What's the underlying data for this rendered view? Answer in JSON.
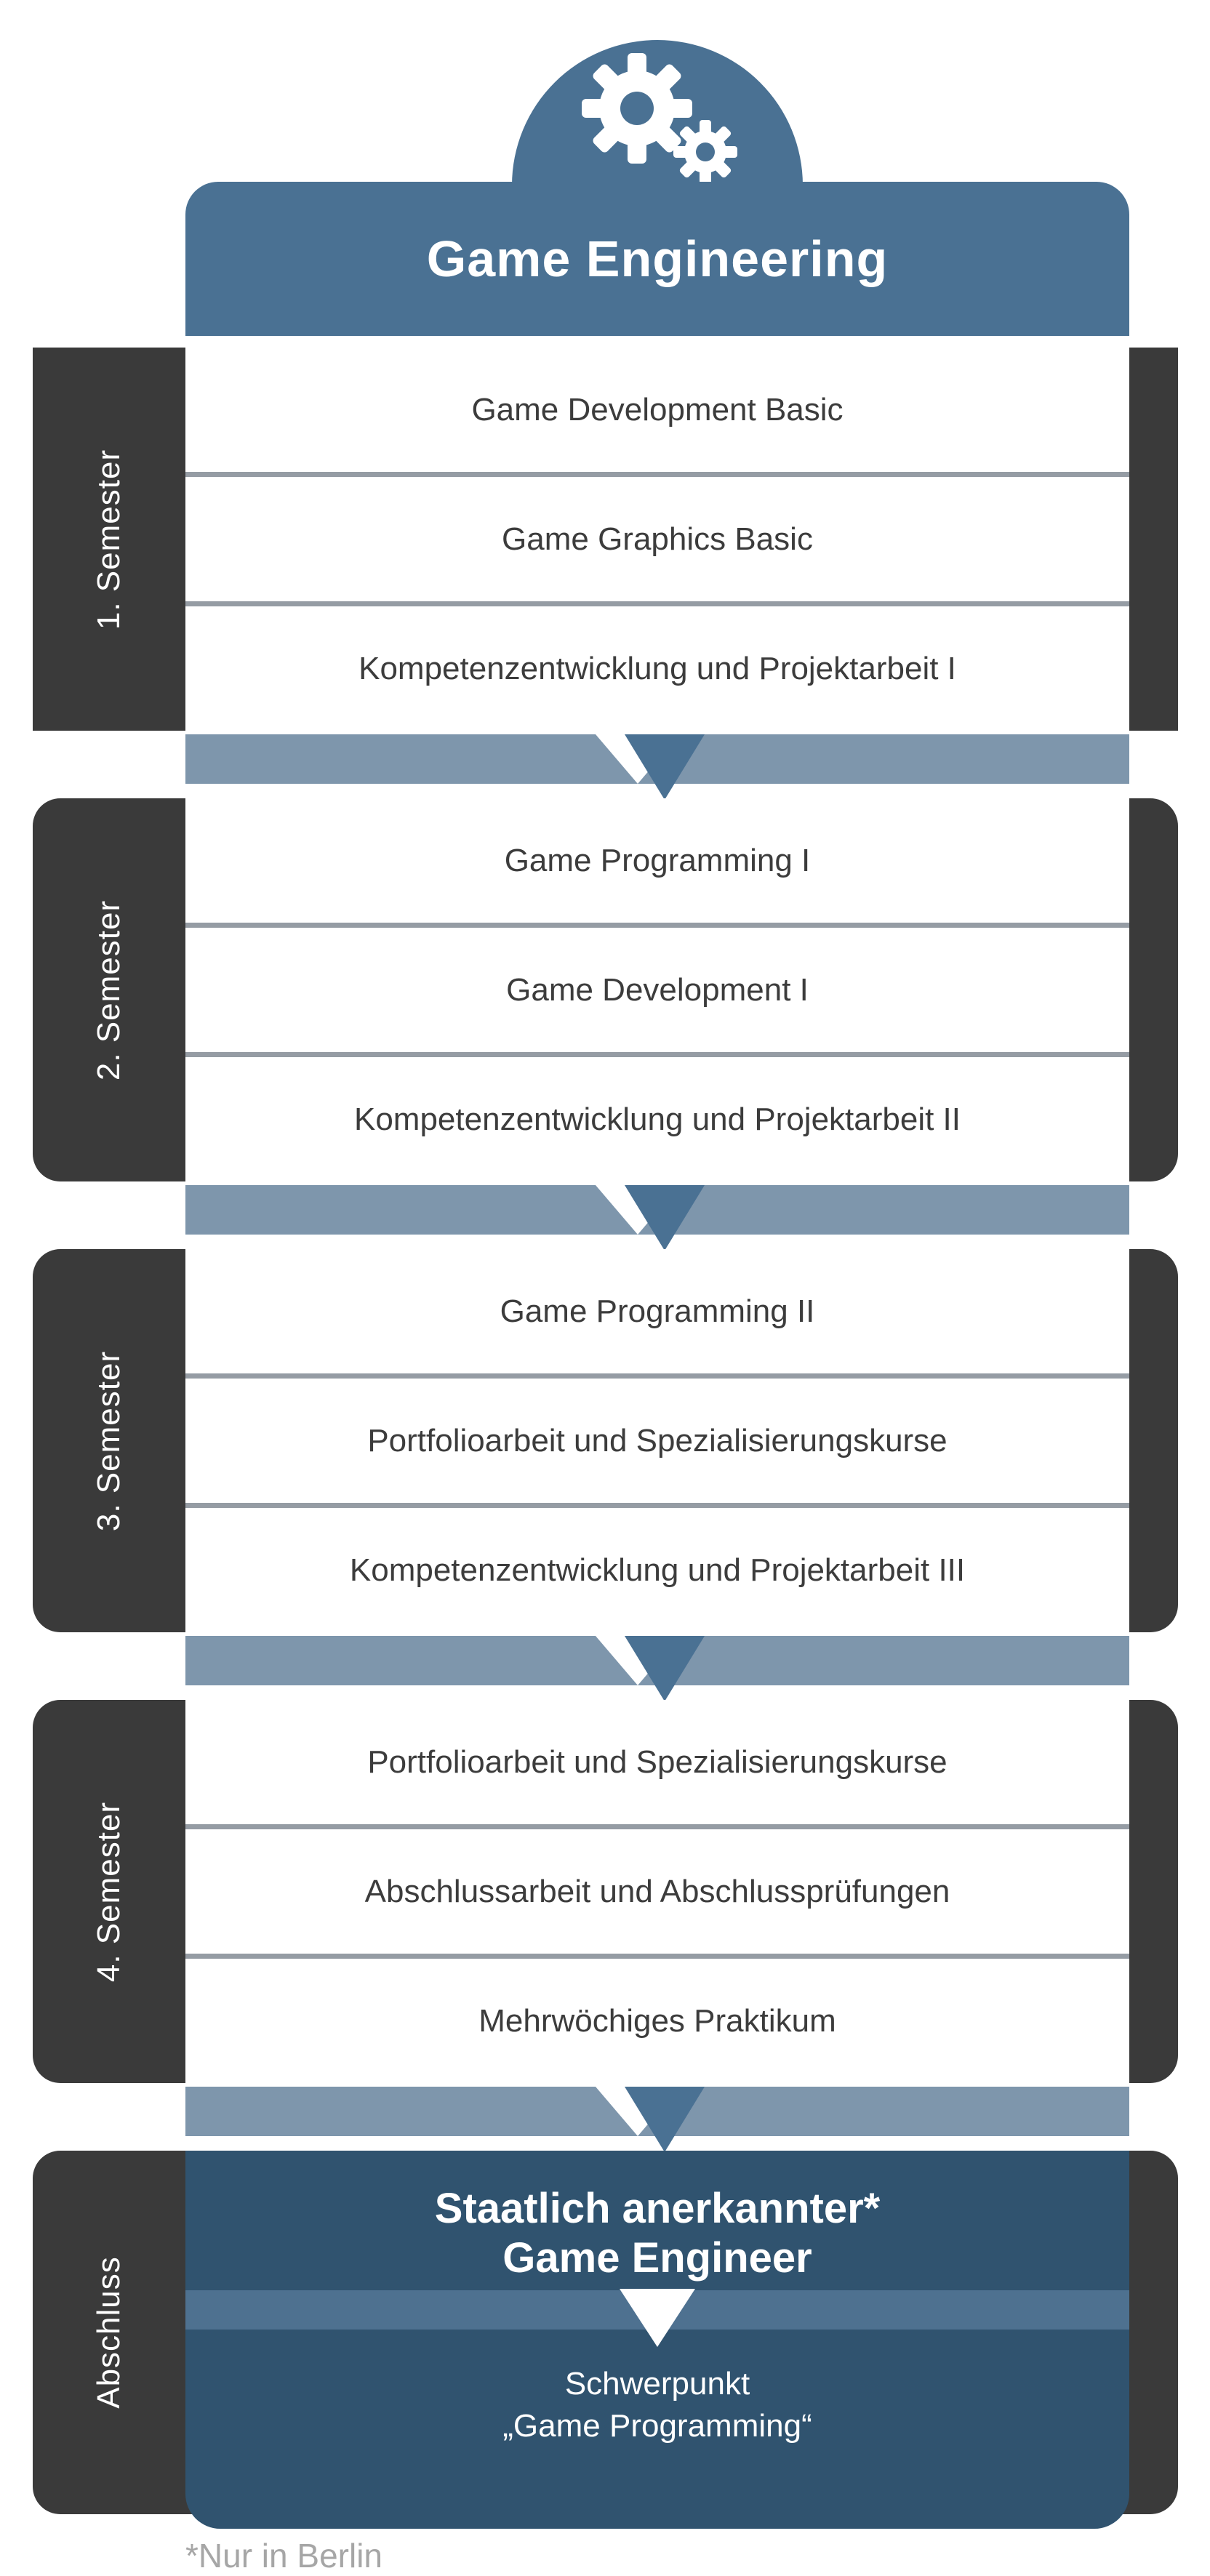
{
  "header": {
    "icon": "gears-icon",
    "title": "Game Engineering"
  },
  "sections": [
    {
      "label": "1. Semester",
      "rows": [
        "Game Development Basic",
        "Game Graphics Basic",
        "Kompetenzentwicklung und Projektarbeit I"
      ]
    },
    {
      "label": "2. Semester",
      "rows": [
        "Game Programming I",
        "Game Development I",
        "Kompetenzentwicklung und Projektarbeit II"
      ]
    },
    {
      "label": "3. Semester",
      "rows": [
        "Game Programming II",
        "Portfolioarbeit und Spezialisierungskurse",
        "Kompetenzentwicklung und Projektarbeit III"
      ]
    },
    {
      "label": "4. Semester",
      "rows": [
        "Portfolioarbeit und Spezialisierungskurse",
        "Abschlussarbeit und Abschlussprüfungen",
        "Mehrwöchiges Praktikum"
      ]
    }
  ],
  "abschluss": {
    "label": "Abschluss",
    "degree_line1": "Staatlich anerkannter*",
    "degree_line2": "Game Engineer",
    "focus_line1": "Schwerpunkt",
    "focus_line2": "„Game Programming“"
  },
  "footnote": "*Nur in Berlin",
  "colors": {
    "header_blue": "#4A7193",
    "connector_blue": "#7E96AC",
    "tab_dark": "#3A3A3A",
    "abschluss_blue": "#30536F",
    "abschluss_band_blue": "#4E7190",
    "separator_gray": "#959CA4",
    "row_text": "#3C3C3C",
    "footnote_gray": "#A6A6A6"
  }
}
